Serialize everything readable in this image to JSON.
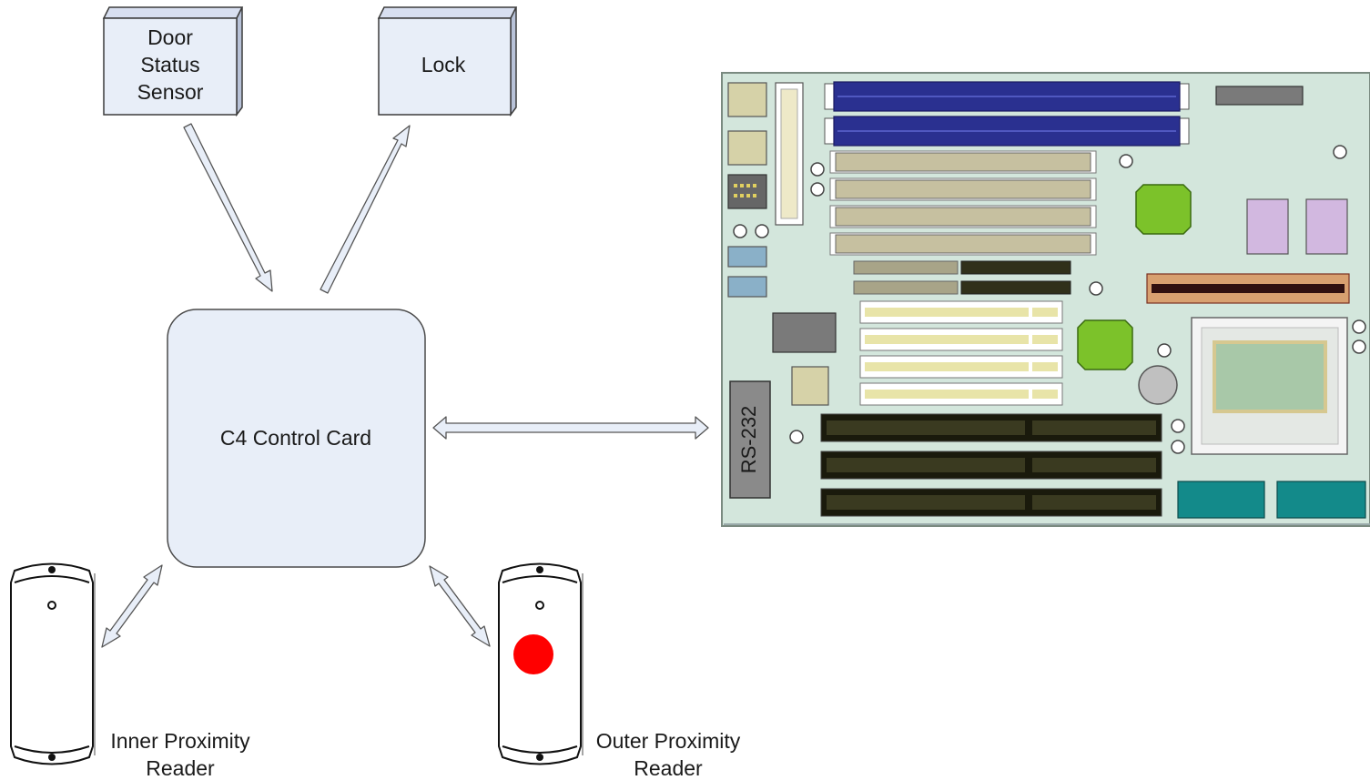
{
  "nodes": {
    "door_sensor": {
      "lines": [
        "Door",
        "Status",
        "Sensor"
      ]
    },
    "lock": {
      "label": "Lock"
    },
    "control_card": {
      "label": "C4 Control Card"
    },
    "inner_reader": {
      "lines": [
        "Inner Proximity",
        "Reader"
      ]
    },
    "outer_reader": {
      "lines": [
        "Outer Proximity",
        "Reader"
      ]
    },
    "motherboard": {
      "port_label": "RS-232"
    }
  },
  "connections": [
    {
      "from": "door_sensor",
      "to": "control_card",
      "direction": "one-way"
    },
    {
      "from": "control_card",
      "to": "lock",
      "direction": "one-way"
    },
    {
      "from": "control_card",
      "to": "motherboard",
      "direction": "two-way"
    },
    {
      "from": "inner_reader",
      "to": "control_card",
      "direction": "two-way"
    },
    {
      "from": "outer_reader",
      "to": "control_card",
      "direction": "two-way"
    }
  ],
  "colors": {
    "box_fill": "#e8eef8",
    "box_stroke": "#3c3c3c",
    "arrow_fill": "#e8eef8",
    "board_fill": "#d3e6dc",
    "reader_indicator": "#ff0000"
  },
  "icons": {
    "reader": "proximity-reader-icon",
    "board": "motherboard-icon"
  }
}
